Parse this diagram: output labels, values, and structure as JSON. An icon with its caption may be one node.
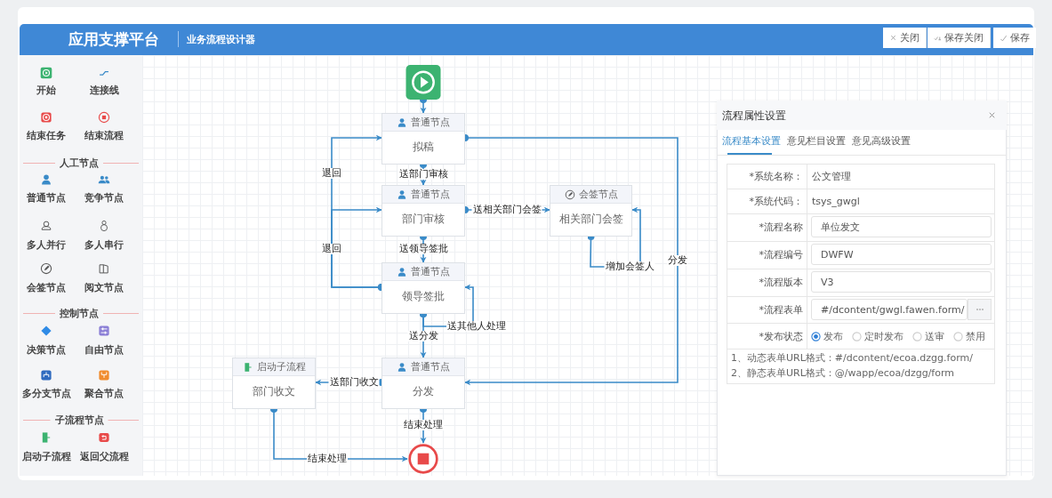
{
  "diagram": {
    "title": "应用支撑平台",
    "nodes": [
      {
        "text": [],
        "shape": "box"
      },
      {
        "text": [
          "普通节点",
          "拟稿"
        ]
      },
      {
        "text": [
          "普通节点",
          "部门审核"
        ]
      },
      {
        "text": [
          "会签节点",
          "相关部门会签"
        ]
      },
      {
        "text": [
          "普通节点",
          "领导签批"
        ]
      },
      {
        "text": [
          "启动子流程",
          "部门收文"
        ]
      },
      {
        "text": [
          "普通节点",
          "分发"
        ]
      },
      {
        "text": [],
        "shape": "circle"
      }
    ],
    "edges": [
      {
        "from": 0,
        "to": 1,
        "arrow": "to"
      },
      {
        "from": 1,
        "to": 2,
        "arrow": "to",
        "label": "送部门审核"
      },
      {
        "from": 4,
        "to": 1,
        "arrow": "to",
        "label": "退回"
      },
      {
        "from": 4,
        "to": 2,
        "arrow": "to",
        "label": "退回"
      },
      {
        "from": 2,
        "to": 3,
        "arrow": "to",
        "label": "送相关部门会签"
      },
      {
        "from": 3,
        "to": 3,
        "arrow": "to",
        "label": "增加会签人"
      },
      {
        "from": 2,
        "to": 4,
        "arrow": "to",
        "label": "送领导签批"
      },
      {
        "from": 4,
        "to": 4,
        "arrow": "to",
        "label": "送其他人处理"
      },
      {
        "from": 4,
        "to": 6,
        "arrow": "to",
        "label": "送分发"
      },
      {
        "from": 1,
        "to": 6,
        "arrow": "to",
        "label": "分发"
      },
      {
        "from": 6,
        "to": 5,
        "arrow": "to",
        "label": "送部门收文"
      },
      {
        "from": 6,
        "to": 7,
        "arrow": "to",
        "label": "结束处理"
      },
      {
        "from": 5,
        "to": 7,
        "arrow": "to",
        "label": "结束处理"
      }
    ],
    "labels": [
      "业务流程设计器",
      "关闭",
      "保存关闭",
      "保存",
      "开始",
      "连接线",
      "结束任务",
      "结束流程",
      "人工节点",
      "普通节点",
      "竞争节点",
      "多人并行",
      "多人串行",
      "会签节点",
      "阅文节点",
      "控制节点",
      "决策节点",
      "自由节点",
      "多分支节点",
      "聚合节点",
      "子流程节点",
      "启动子流程",
      "返回父流程",
      "流程属性设置",
      "流程基本设置",
      "意见栏目设置",
      "意见高级设置",
      "*系统名称：",
      "公文管理",
      "*系统代码：",
      "tsys_gwgl",
      "*流程名称",
      "单位发文",
      "*流程编号",
      "DWFW",
      "*流程版本",
      "V3",
      "*流程表单",
      "#/dcontent/gwgl.fawen.form/",
      "*发布状态",
      "发布",
      "定时发布",
      "送审",
      "禁用",
      "1、动态表单URL格式：#/dcontent/ecoa.dzgg.form/",
      "2、静态表单URL格式：@/wapp/ecoa/dzgg/form"
    ]
  }
}
